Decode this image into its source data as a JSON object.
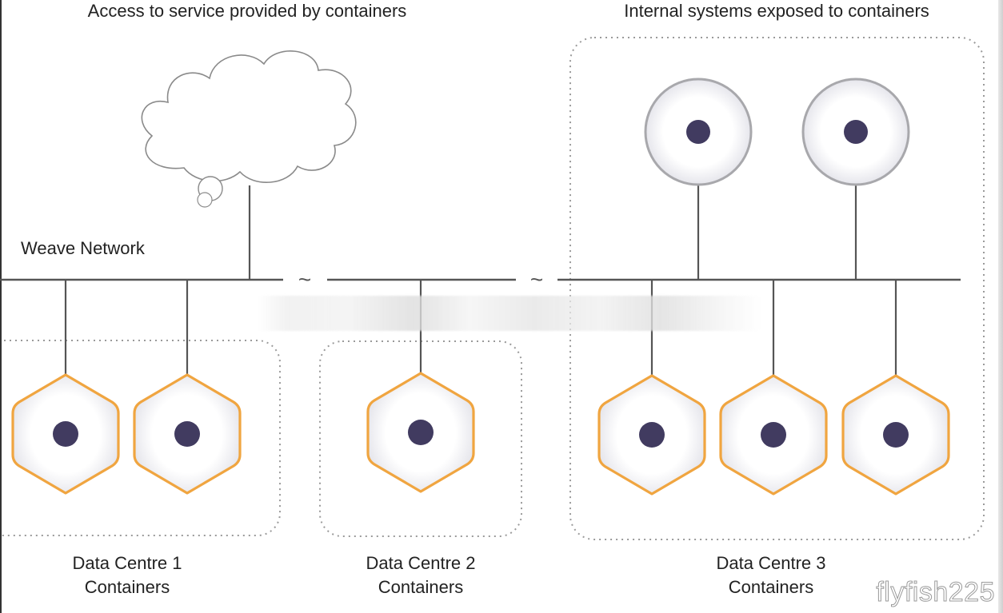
{
  "titles": {
    "access": "Access to service provided by containers",
    "internal": "Internal systems exposed to containers"
  },
  "network": {
    "label": "Weave Network",
    "break_symbol": "~"
  },
  "data_centres": [
    {
      "line1": "Data Centre 1",
      "line2": "Containers"
    },
    {
      "line1": "Data Centre 2",
      "line2": "Containers"
    },
    {
      "line1": "Data Centre 3",
      "line2": "Containers"
    }
  ],
  "watermark": "flyfish225",
  "colors": {
    "container_stroke": "#f0a540",
    "node_dot": "#413b60",
    "system_stroke": "#a8a8ac",
    "line": "#555555",
    "dotted_border": "#9a9a9a"
  },
  "icons": {
    "container": "hexagon-container-icon",
    "internal_system": "circle-system-icon",
    "cloud": "cloud-icon"
  }
}
